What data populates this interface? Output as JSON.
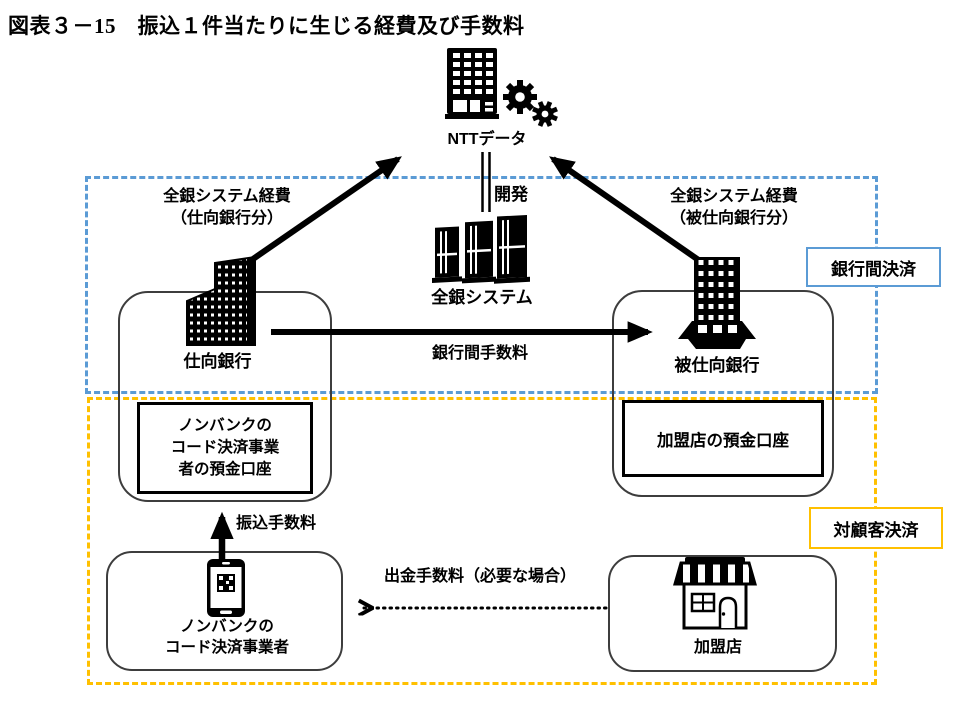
{
  "title": "図表３－15　振込１件当たりに生じる経費及び手数料",
  "zones": {
    "interbank": {
      "label": "銀行間決済",
      "color": "#5B9BD5"
    },
    "customer": {
      "label": "対顧客決済",
      "color": "#FFC000"
    }
  },
  "nodes": {
    "ntt": {
      "label": "NTTデータ"
    },
    "zengin": {
      "label": "全銀システム"
    },
    "sending_bank": {
      "label": "仕向銀行"
    },
    "receiving_bank": {
      "label": "被仕向銀行"
    },
    "nonbank_account": {
      "line1": "ノンバンクの",
      "line2": "コード決済事業",
      "line3": "者の預金口座"
    },
    "merchant_account": {
      "label": "加盟店の預金口座"
    },
    "nonbank_operator": {
      "line1": "ノンバンクの",
      "line2": "コード決済事業者"
    },
    "merchant": {
      "label": "加盟店"
    }
  },
  "edges": {
    "zengin_cost_sending": {
      "line1": "全銀システム経費",
      "line2": "（仕向銀行分）"
    },
    "zengin_cost_receiving": {
      "line1": "全銀システム経費",
      "line2": "（被仕向銀行分）"
    },
    "development": {
      "label": "開発"
    },
    "interbank_fee": {
      "label": "銀行間手数料"
    },
    "transfer_fee": {
      "label": "振込手数料"
    },
    "withdrawal_fee": {
      "label": "出金手数料（必要な場合）"
    }
  }
}
